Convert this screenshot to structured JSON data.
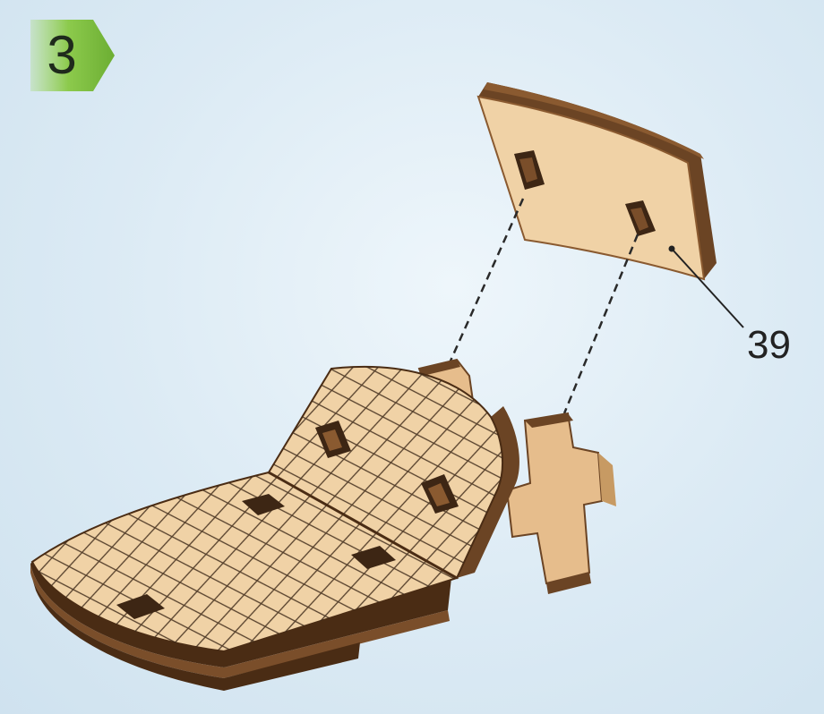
{
  "step": {
    "number": "3"
  },
  "parts": [
    {
      "label": "39"
    }
  ],
  "colors": {
    "badge_green": "#7fbf3f",
    "wood_light": "#f0d2a6",
    "wood_mid": "#e2b985",
    "wood_edge": "#6b4424",
    "wood_edge_dark": "#4a2c14",
    "slot_dark": "#3d2614",
    "background": "#dbeaf4"
  },
  "icons": {
    "badge": "hexagon-step-badge"
  }
}
